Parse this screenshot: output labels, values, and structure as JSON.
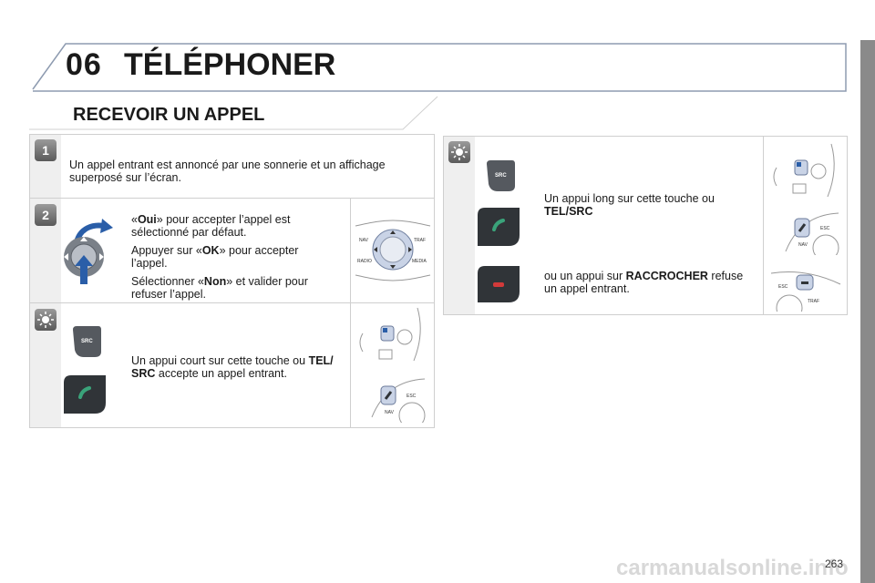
{
  "header": {
    "chapter_number": "06",
    "chapter_title": "TÉLÉPHONER"
  },
  "section_title": "RECEVOIR UN APPEL",
  "step1": {
    "badge": "1",
    "text": "Un appel entrant est annoncé par une sonnerie et un affichage superposé sur l’écran."
  },
  "step2": {
    "badge": "2",
    "p1_pre": "«",
    "p1_bold": "Oui",
    "p1_post": "» pour accepter l’appel est sélectionné par défaut.",
    "p2_pre": "Appuyer sur «",
    "p2_bold": "OK",
    "p2_post": "» pour accepter l’appel.",
    "p3_pre": "Sélectionner «",
    "p3_bold": "Non",
    "p3_post": "» et valider pour refuser l’appel.",
    "knob_labels": {
      "nav": "NAV",
      "traf": "TRAF",
      "radio": "RADIO",
      "media": "MEDIA"
    }
  },
  "tip_short": {
    "pre": "Un appui court sur cette touche ou ",
    "bold": "TEL/ SRC",
    "post": " accepte un appel entrant.",
    "src_label": "SRC",
    "esc": "ESC",
    "nav": "NAV"
  },
  "tip_long": {
    "pre": "Un appui long sur cette touche ou ",
    "bold": "TEL/SRC",
    "refuse_pre": "ou un appui sur ",
    "refuse_bold": "RACCROCHER",
    "refuse_post": " refuse un appel entrant.",
    "src_label": "SRC",
    "esc": "ESC",
    "nav": "NAV",
    "traf": "TRAF"
  },
  "page_number": "263",
  "watermark": "carmanualsonline.info",
  "colors": {
    "sidebar": "#8a8a8a",
    "panel_border": "#cfcfcf",
    "panel_shade": "#efefef",
    "accept_green": "#3aa37a",
    "refuse_red": "#d23a3a",
    "arrow_blue": "#2a5ea8"
  }
}
